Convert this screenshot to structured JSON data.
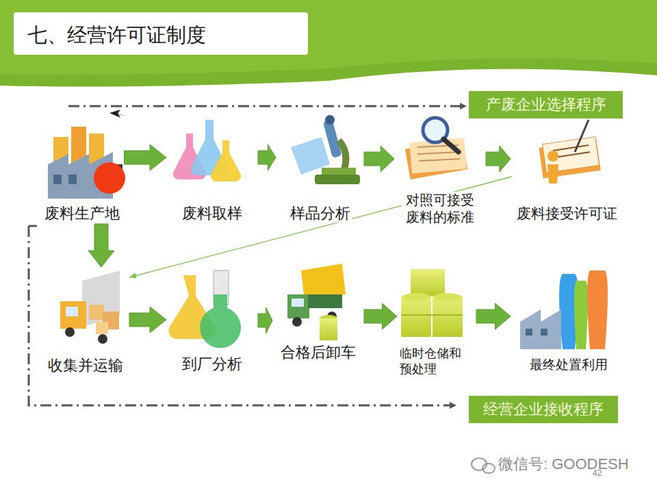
{
  "diagram": {
    "title": "七、经营许可证制度",
    "nodes": [
      {
        "text": [
          "废料生产地"
        ]
      },
      {
        "text": [
          "废料取样"
        ]
      },
      {
        "text": [
          "样品分析"
        ]
      },
      {
        "text": [
          "对照可接受 废料的标准"
        ]
      },
      {
        "text": [
          "废料接受许可证"
        ]
      },
      {
        "text": [
          "产废企业选择程序"
        ]
      },
      {
        "text": [
          "收集并运输"
        ]
      },
      {
        "text": [
          "到厂分析"
        ]
      },
      {
        "text": [
          "合格后卸车"
        ]
      },
      {
        "text": [
          "临时仓储和 预处理"
        ]
      },
      {
        "text": [
          "最终处置利用"
        ]
      },
      {
        "text": [
          "经营企业接收程序"
        ]
      }
    ],
    "edges": [
      {
        "from": 0,
        "to": 1,
        "arrow": "to"
      },
      {
        "from": 1,
        "to": 2,
        "arrow": "to"
      },
      {
        "from": 2,
        "to": 3,
        "arrow": "to"
      },
      {
        "from": 3,
        "to": 4,
        "arrow": "to"
      },
      {
        "from": 0,
        "to": 6,
        "arrow": "to"
      },
      {
        "from": 6,
        "to": 7,
        "arrow": "to"
      },
      {
        "from": 7,
        "to": 8,
        "arrow": "to"
      },
      {
        "from": 8,
        "to": 9,
        "arrow": "to"
      },
      {
        "from": 9,
        "to": 10,
        "arrow": "to"
      },
      {
        "from": 4,
        "to": 6,
        "arrow": "to"
      }
    ],
    "labels": [
      "微信号: GOODESH",
      "42"
    ]
  }
}
